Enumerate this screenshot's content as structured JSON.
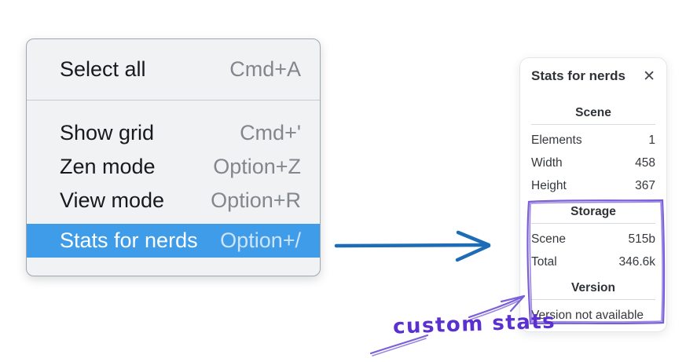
{
  "colors": {
    "highlight_blue": "#3f9ce8",
    "highlight_shortcut": "#cfe4f8",
    "menu_bg": "#f1f2f4",
    "menu_border": "#9fa8b2",
    "menu_text": "#17191c",
    "shortcut_text": "#81878d",
    "blue_arrow": "#1c6db6",
    "purple_ink": "#5b30d0",
    "purple_sketch": "#7a5fd8",
    "panel_text": "#35393d",
    "panel_divider": "#d5dbe0",
    "panel_border": "#e4e7eb"
  },
  "menu": {
    "items": [
      {
        "label": "Select all",
        "shortcut": "Cmd+A",
        "highlighted": false
      },
      {
        "label": "Show grid",
        "shortcut": "Cmd+'",
        "highlighted": false
      },
      {
        "label": "Zen mode",
        "shortcut": "Option+Z",
        "highlighted": false
      },
      {
        "label": "View mode",
        "shortcut": "Option+R",
        "highlighted": false
      },
      {
        "label": "Stats for nerds",
        "shortcut": "Option+/",
        "highlighted": true
      }
    ]
  },
  "stats_panel": {
    "title": "Stats for nerds",
    "close_glyph": "✕",
    "sections": [
      {
        "heading": "Scene",
        "rows": [
          {
            "label": "Elements",
            "value": "1"
          },
          {
            "label": "Width",
            "value": "458"
          },
          {
            "label": "Height",
            "value": "367"
          }
        ]
      },
      {
        "heading": "Storage",
        "rows": [
          {
            "label": "Scene",
            "value": "515b"
          },
          {
            "label": "Total",
            "value": "346.6k"
          }
        ]
      },
      {
        "heading": "Version",
        "note": "Version not available"
      }
    ]
  },
  "annotation": {
    "label": "custom stats"
  }
}
